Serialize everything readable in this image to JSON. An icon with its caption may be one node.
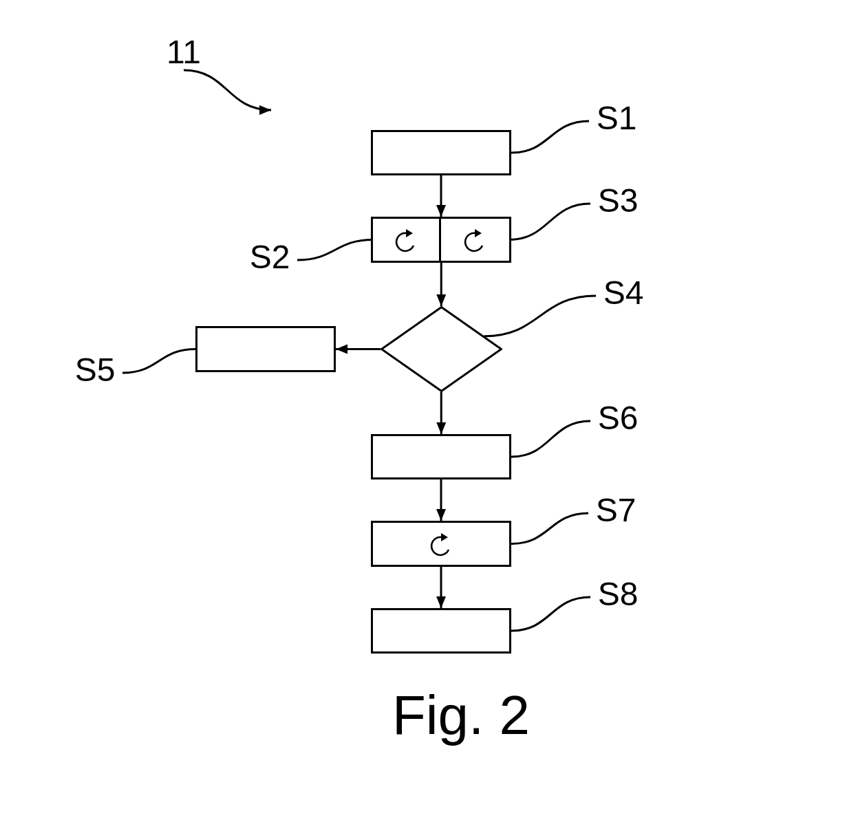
{
  "diagram": {
    "caption": "Fig. 2",
    "nodes": [
      {
        "text": [
          "11"
        ]
      },
      {
        "text": [
          "S1"
        ]
      },
      {
        "text": [],
        "shape": "box"
      },
      {
        "text": [
          "S3"
        ]
      },
      {
        "text": [],
        "shape": "box"
      },
      {
        "text": [],
        "shape": "box",
        "in": 4
      },
      {
        "text": [],
        "shape": "box",
        "in": 4
      },
      {
        "text": [
          "S2"
        ]
      },
      {
        "text": [
          "S4"
        ]
      },
      {
        "text": [
          "S5"
        ]
      },
      {
        "text": [],
        "shape": "box"
      },
      {
        "text": [],
        "shape": "diamond"
      },
      {
        "text": [
          "S6"
        ]
      },
      {
        "text": [],
        "shape": "box"
      },
      {
        "text": [
          "S7"
        ]
      },
      {
        "text": [],
        "shape": "box"
      },
      {
        "text": [
          "S8"
        ]
      },
      {
        "text": [],
        "shape": "box"
      }
    ],
    "edges": [
      {
        "from": 0,
        "to": null,
        "arrow": "to"
      },
      {
        "from": 1,
        "to": 2,
        "arrow": "none"
      },
      {
        "from": 2,
        "to": 4,
        "arrow": "to"
      },
      {
        "from": 3,
        "to": 6,
        "arrow": "none"
      },
      {
        "from": 7,
        "to": 5,
        "arrow": "none"
      },
      {
        "from": 4,
        "to": 11,
        "arrow": "to"
      },
      {
        "from": 8,
        "to": 11,
        "arrow": "none"
      },
      {
        "from": 11,
        "to": 10,
        "arrow": "to"
      },
      {
        "from": 9,
        "to": 10,
        "arrow": "none"
      },
      {
        "from": 11,
        "to": 13,
        "arrow": "to"
      },
      {
        "from": 12,
        "to": 13,
        "arrow": "none"
      },
      {
        "from": 13,
        "to": 15,
        "arrow": "to"
      },
      {
        "from": 14,
        "to": 15,
        "arrow": "none"
      },
      {
        "from": 15,
        "to": 17,
        "arrow": "to"
      },
      {
        "from": 16,
        "to": 17,
        "arrow": "none"
      }
    ]
  }
}
